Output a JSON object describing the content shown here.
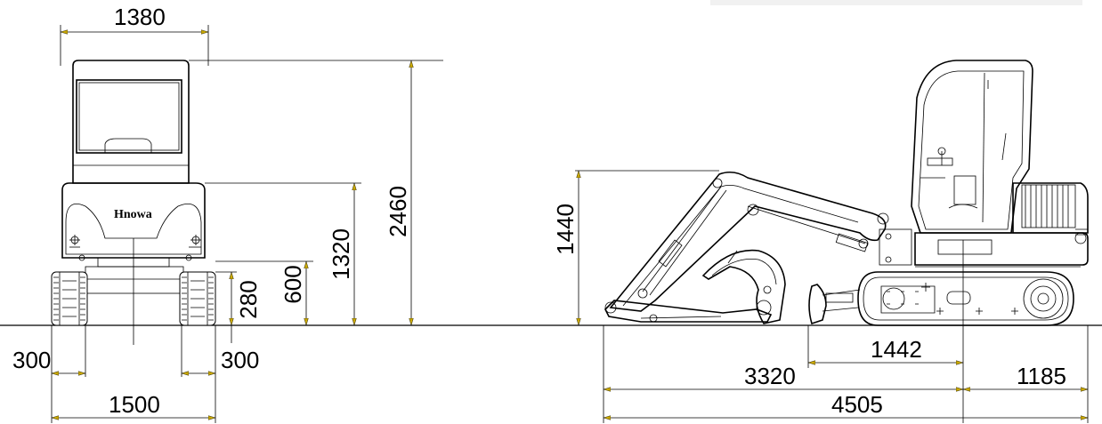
{
  "brand": "Hnowa",
  "front_view": {
    "overall_width_top": "1380",
    "track_gauge": "1500",
    "track_width_left": "300",
    "track_width_right": "300",
    "overall_height": "2460",
    "engine_cover_height": "1320",
    "counterweight_clearance": "600",
    "ground_clearance": "280"
  },
  "side_view": {
    "boom_height": "1440",
    "front_to_center": "3320",
    "tail_swing": "1185",
    "blade_to_center": "1442",
    "overall_length": "4505"
  }
}
